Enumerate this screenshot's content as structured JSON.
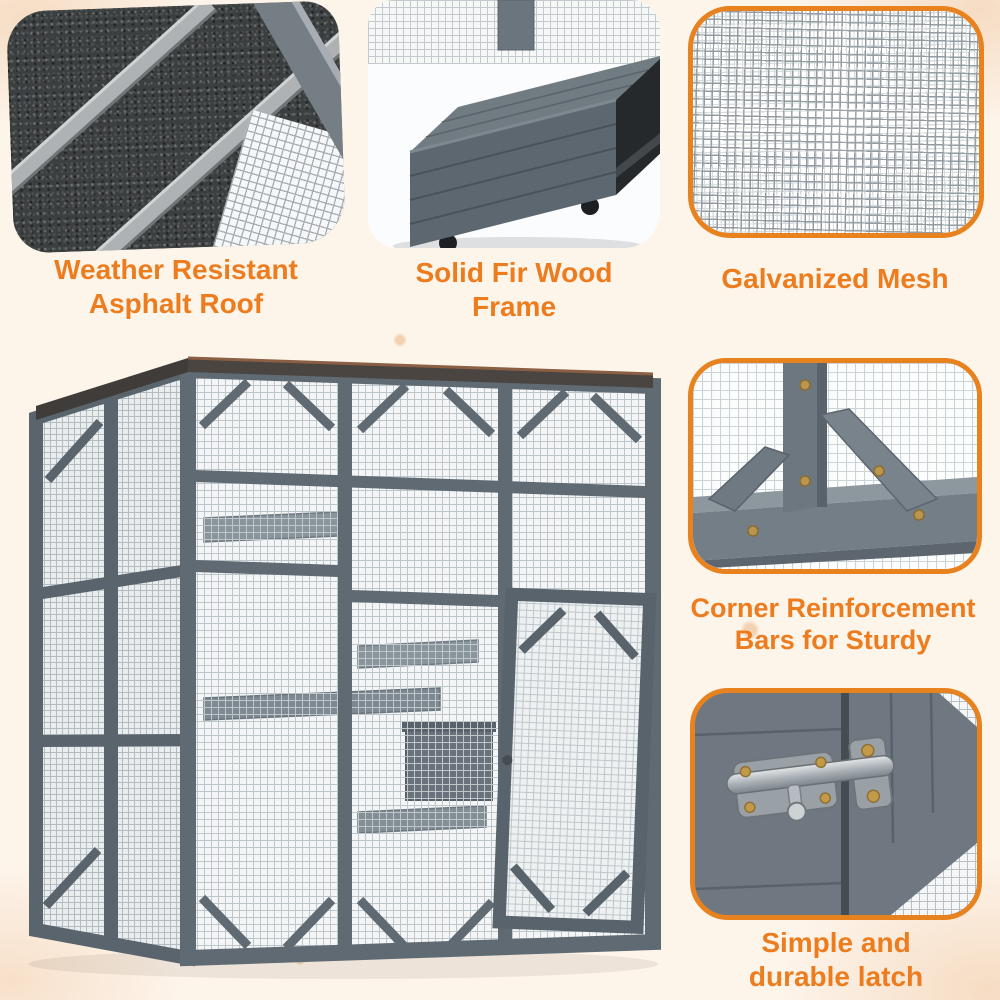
{
  "page": {
    "accent_color": "#ED7C1F",
    "background_color": "#FDF4EA",
    "frame_gray": "#5F6A73",
    "mesh_gray": "#BFC6CA"
  },
  "captions": {
    "roof": {
      "line1": "Weather Resistant",
      "line2": "Asphalt Roof"
    },
    "wood": {
      "line1": "Solid Fir Wood",
      "line2": "Frame"
    },
    "mesh": {
      "line1": "Galvanized Mesh"
    },
    "corner": {
      "line1": "Corner Reinforcement",
      "line2": "Bars for Sturdy"
    },
    "latch": {
      "line1": "Simple and",
      "line2": "durable latch"
    }
  }
}
